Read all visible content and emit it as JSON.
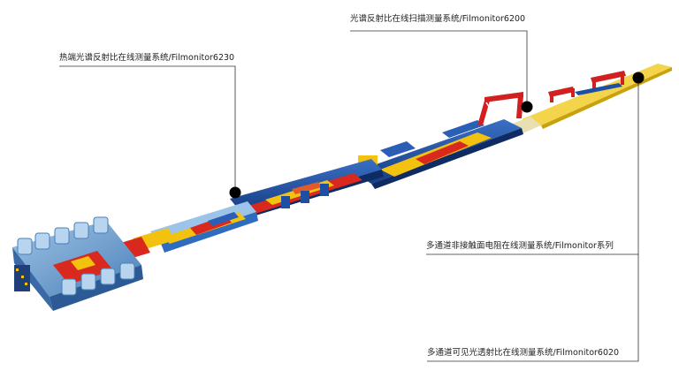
{
  "callouts": [
    {
      "id": "thermal",
      "label": "热端光谱反射比在线测量系统/Filmonitor6230"
    },
    {
      "id": "scan",
      "label": "光谱反射比在线扫描测量系统/Filmonitor6200"
    },
    {
      "id": "resistance",
      "label": "多通道非接触面电阻在线测量系统/Filmonitor系列"
    },
    {
      "id": "transmission",
      "label": "多通道可见光透射比在线测量系统/Filmonitor6020"
    }
  ],
  "colors": {
    "line_blue": "#1e4fa3",
    "line_red": "#d9281e",
    "line_yellow": "#f2c20f",
    "frame_red": "#d21f1f",
    "marker": "#000000",
    "leader": "#333333"
  }
}
